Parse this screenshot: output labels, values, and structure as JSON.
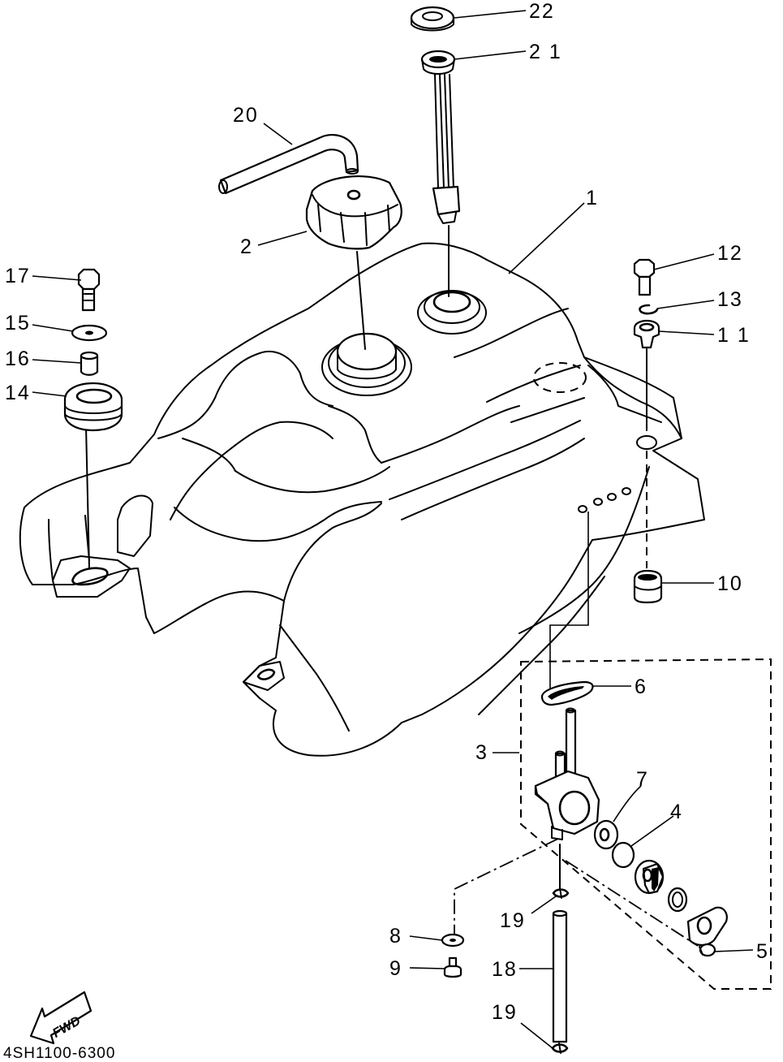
{
  "diagram_code": "4SH1100-6300",
  "fwd_label": "FWD",
  "callouts": {
    "c1": "1",
    "c2": "2",
    "c3": "3",
    "c4": "4",
    "c5": "5",
    "c6": "6",
    "c7": "7",
    "c8": "8",
    "c9": "9",
    "c10": "10",
    "c11": "1 1",
    "c12": "12",
    "c13": "13",
    "c14": "14",
    "c15": "15",
    "c16": "16",
    "c17": "17",
    "c18": "18",
    "c19a": "19",
    "c19b": "19",
    "c20": "20",
    "c21": "2 1",
    "c22": "22"
  }
}
